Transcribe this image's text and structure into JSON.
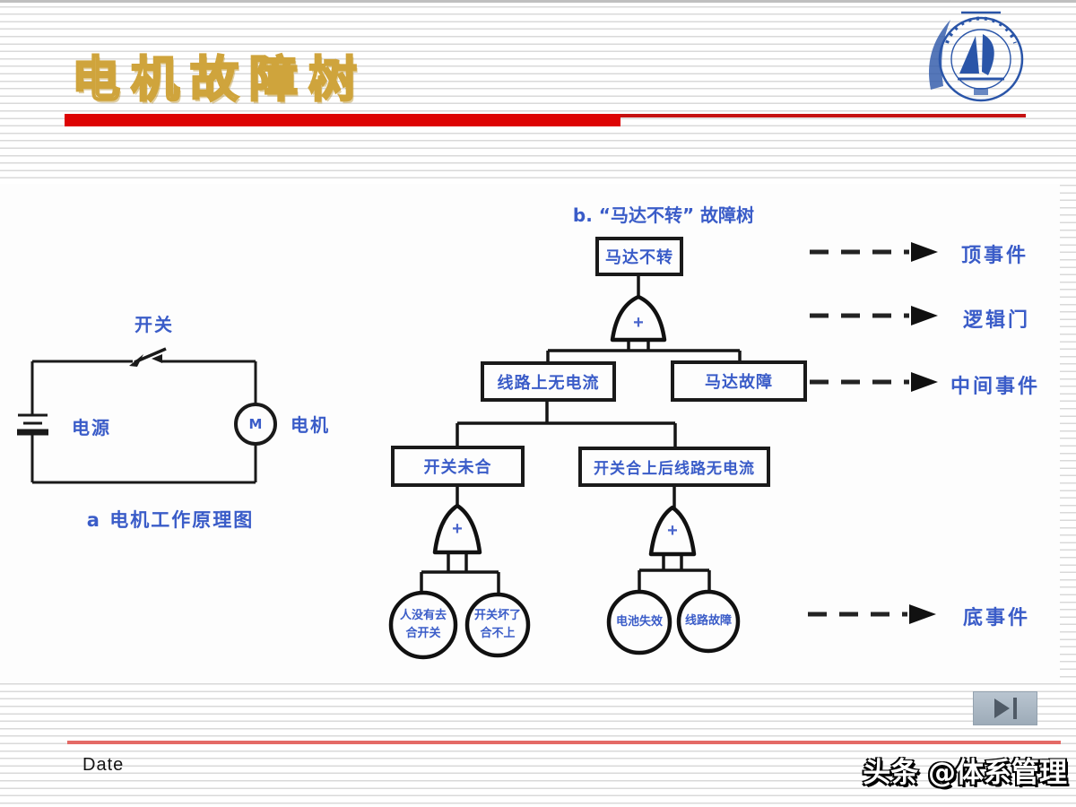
{
  "header": {
    "title": "电机故障树",
    "logo": {
      "name": "university-emblem"
    }
  },
  "circuit": {
    "switch_label": "开关",
    "power_label": "电源",
    "motor_label": "电机",
    "motor_symbol": "M",
    "caption": "a 电机工作原理图"
  },
  "tree": {
    "title": "b. “马达不转” 故障树",
    "top_event": "马达不转",
    "gate_plus": "+",
    "mid_left": "线路上无电流",
    "mid_right": "马达故障",
    "sub_left": "开关未合",
    "sub_right": "开关合上后线路无电流",
    "basics": [
      {
        "line1": "人没有去",
        "line2": "合开关"
      },
      {
        "line1": "开关坏了",
        "line2": "合不上"
      },
      {
        "line1": "电池失效",
        "line2": ""
      },
      {
        "line1": "线路故障",
        "line2": ""
      }
    ]
  },
  "legend": {
    "items": [
      {
        "label": "顶事件"
      },
      {
        "label": "逻辑门"
      },
      {
        "label": "中间事件"
      },
      {
        "label": "底事件"
      }
    ]
  },
  "footer": {
    "date_label": "Date",
    "watermark": "头条 @体系管理"
  },
  "nav": {
    "next_icon": "skip-forward"
  },
  "colors": {
    "bar_red": "#dd0404",
    "footer_red": "#e46a66",
    "ink_blue": "#3a5cc8",
    "title_gold": "#cfa43c",
    "line_dark": "#1a1a1a",
    "nav_gray": "#a8b4c0"
  }
}
